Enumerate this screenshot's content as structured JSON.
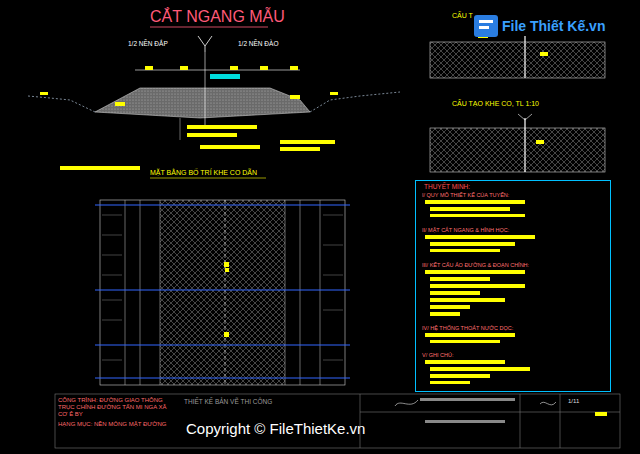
{
  "diagram": {
    "title": "CẮT NGANG MẪU",
    "nodes": [
      {
        "text": [
          "THUYẾT MINH:",
          "I/ QUY MÔ THIẾT KẾ CỦA TUYẾN:",
          "II/ MẶT CẮT NGANG & HÌNH HỌC:",
          "III/ KẾT CẤU ÁO ĐƯỜNG & ĐOẠN CHÍNH:",
          "IV/ HỆ THỐNG THOÁT NƯỚC DỌC:",
          "V/ GHI CHÚ:"
        ]
      },
      {
        "text": [
          "CÔNG TRÌNH: ĐƯỜNG GIAO THÔNG TRỤC CHÍNH ĐƯỜNG TẤN MI NGA XÃ CƠ Ê BY",
          "HẠNG MỤC: NỀN MÓNG MẶT ĐƯỜNG"
        ]
      },
      {
        "text": [
          "THIẾT KẾ BẢN VẼ THI CÔNG"
        ]
      }
    ],
    "labels": [
      "1/2 NỀN ĐẮP",
      "1/2 NỀN ĐÀO",
      "CẤU T",
      "CẤU TẠO KHE CO, TL 1:10",
      "MẶT BẰNG BỐ TRÍ KHE CO DÃN",
      "File Thiết Kế.vn",
      "Copyright © FileThietKe.vn",
      "1/11"
    ]
  }
}
